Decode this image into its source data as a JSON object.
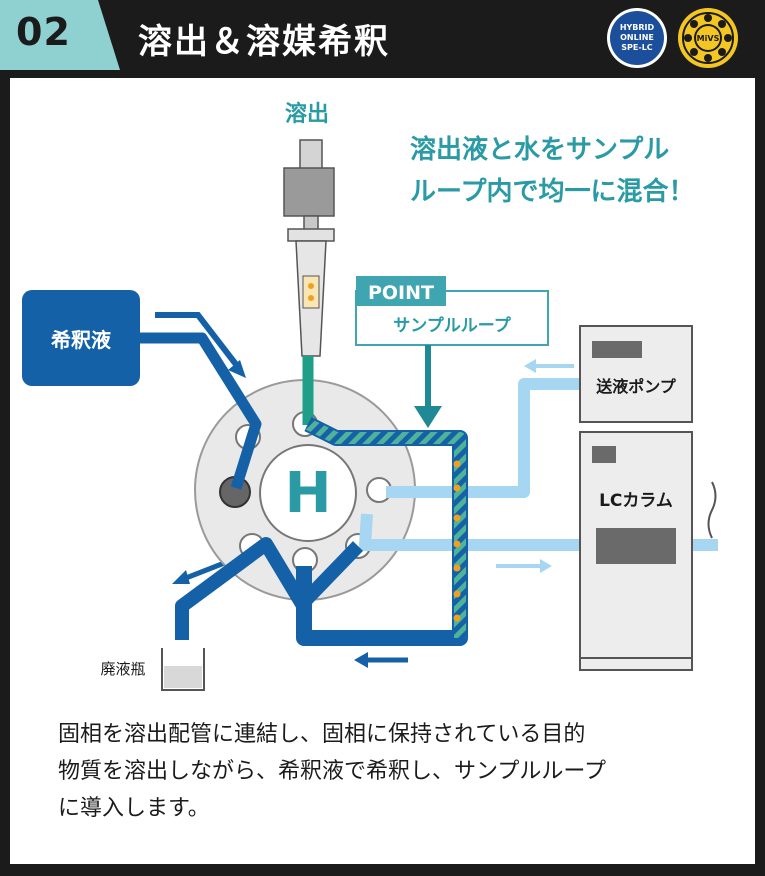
{
  "header": {
    "step_number": "02",
    "title": "溶出＆溶媒希釈",
    "logo_left_text": [
      "HYBRID",
      "ONLINE",
      "SPE-LC"
    ],
    "logo_right_text": "MiVS"
  },
  "diagram": {
    "elution_label": "溶出",
    "callout": [
      "溶出液と水をサンプル",
      "ループ内で均一に混合！"
    ],
    "point_label": "POINT",
    "point_sub": "サンプルループ",
    "diluent_label": "希釈液",
    "valve_label": "H",
    "pump_label": "送液ポンプ",
    "column_label": "LCカラム",
    "waste_label": "廃液瓶"
  },
  "description": [
    "固相を溶出配管に連結し、固相に保持されている目的",
    "物質を溶出しながら、希釈液で希釈し、サンプルループ",
    "に導入します。"
  ],
  "colors": {
    "accent_teal": "#2a9aa5",
    "point_teal": "#3fa5b0",
    "dark_blue": "#1561a8",
    "light_blue": "#a6d6f2",
    "tab_green": "#8ed1d0",
    "orange": "#f0a020",
    "green_tip": "#1f9e88"
  }
}
